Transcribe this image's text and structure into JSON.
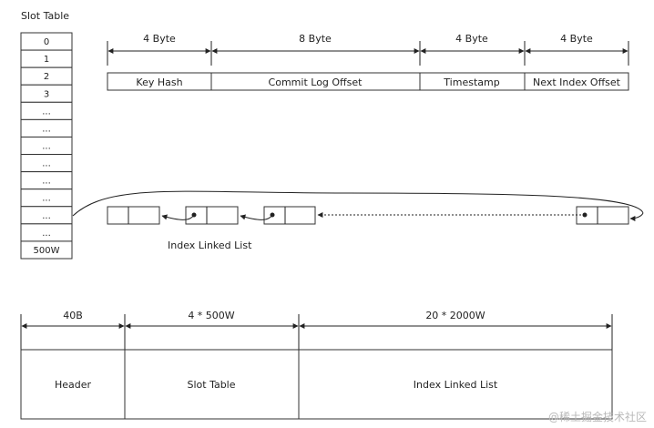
{
  "slot_table": {
    "title": "Slot Table",
    "rows": [
      "0",
      "1",
      "2",
      "3",
      "...",
      "...",
      "...",
      "...",
      "...",
      "...",
      "...",
      "...",
      "500W"
    ]
  },
  "index_entry": {
    "sizes": [
      "4 Byte",
      "8 Byte",
      "4 Byte",
      "4 Byte"
    ],
    "fields": [
      "Key Hash",
      "Commit Log Offset",
      "Timestamp",
      "Next Index Offset"
    ]
  },
  "linked_list": {
    "label": "Index Linked List"
  },
  "file_layout": {
    "sizes": [
      "40B",
      "4 * 500W",
      "20 * 2000W"
    ],
    "sections": [
      "Header",
      "Slot Table",
      "Index Linked List"
    ]
  },
  "watermark": "@稀土掘金技术社区",
  "colors": {
    "line": "#222222",
    "box_border": "#333333",
    "watermark": "#b8b8b8"
  }
}
